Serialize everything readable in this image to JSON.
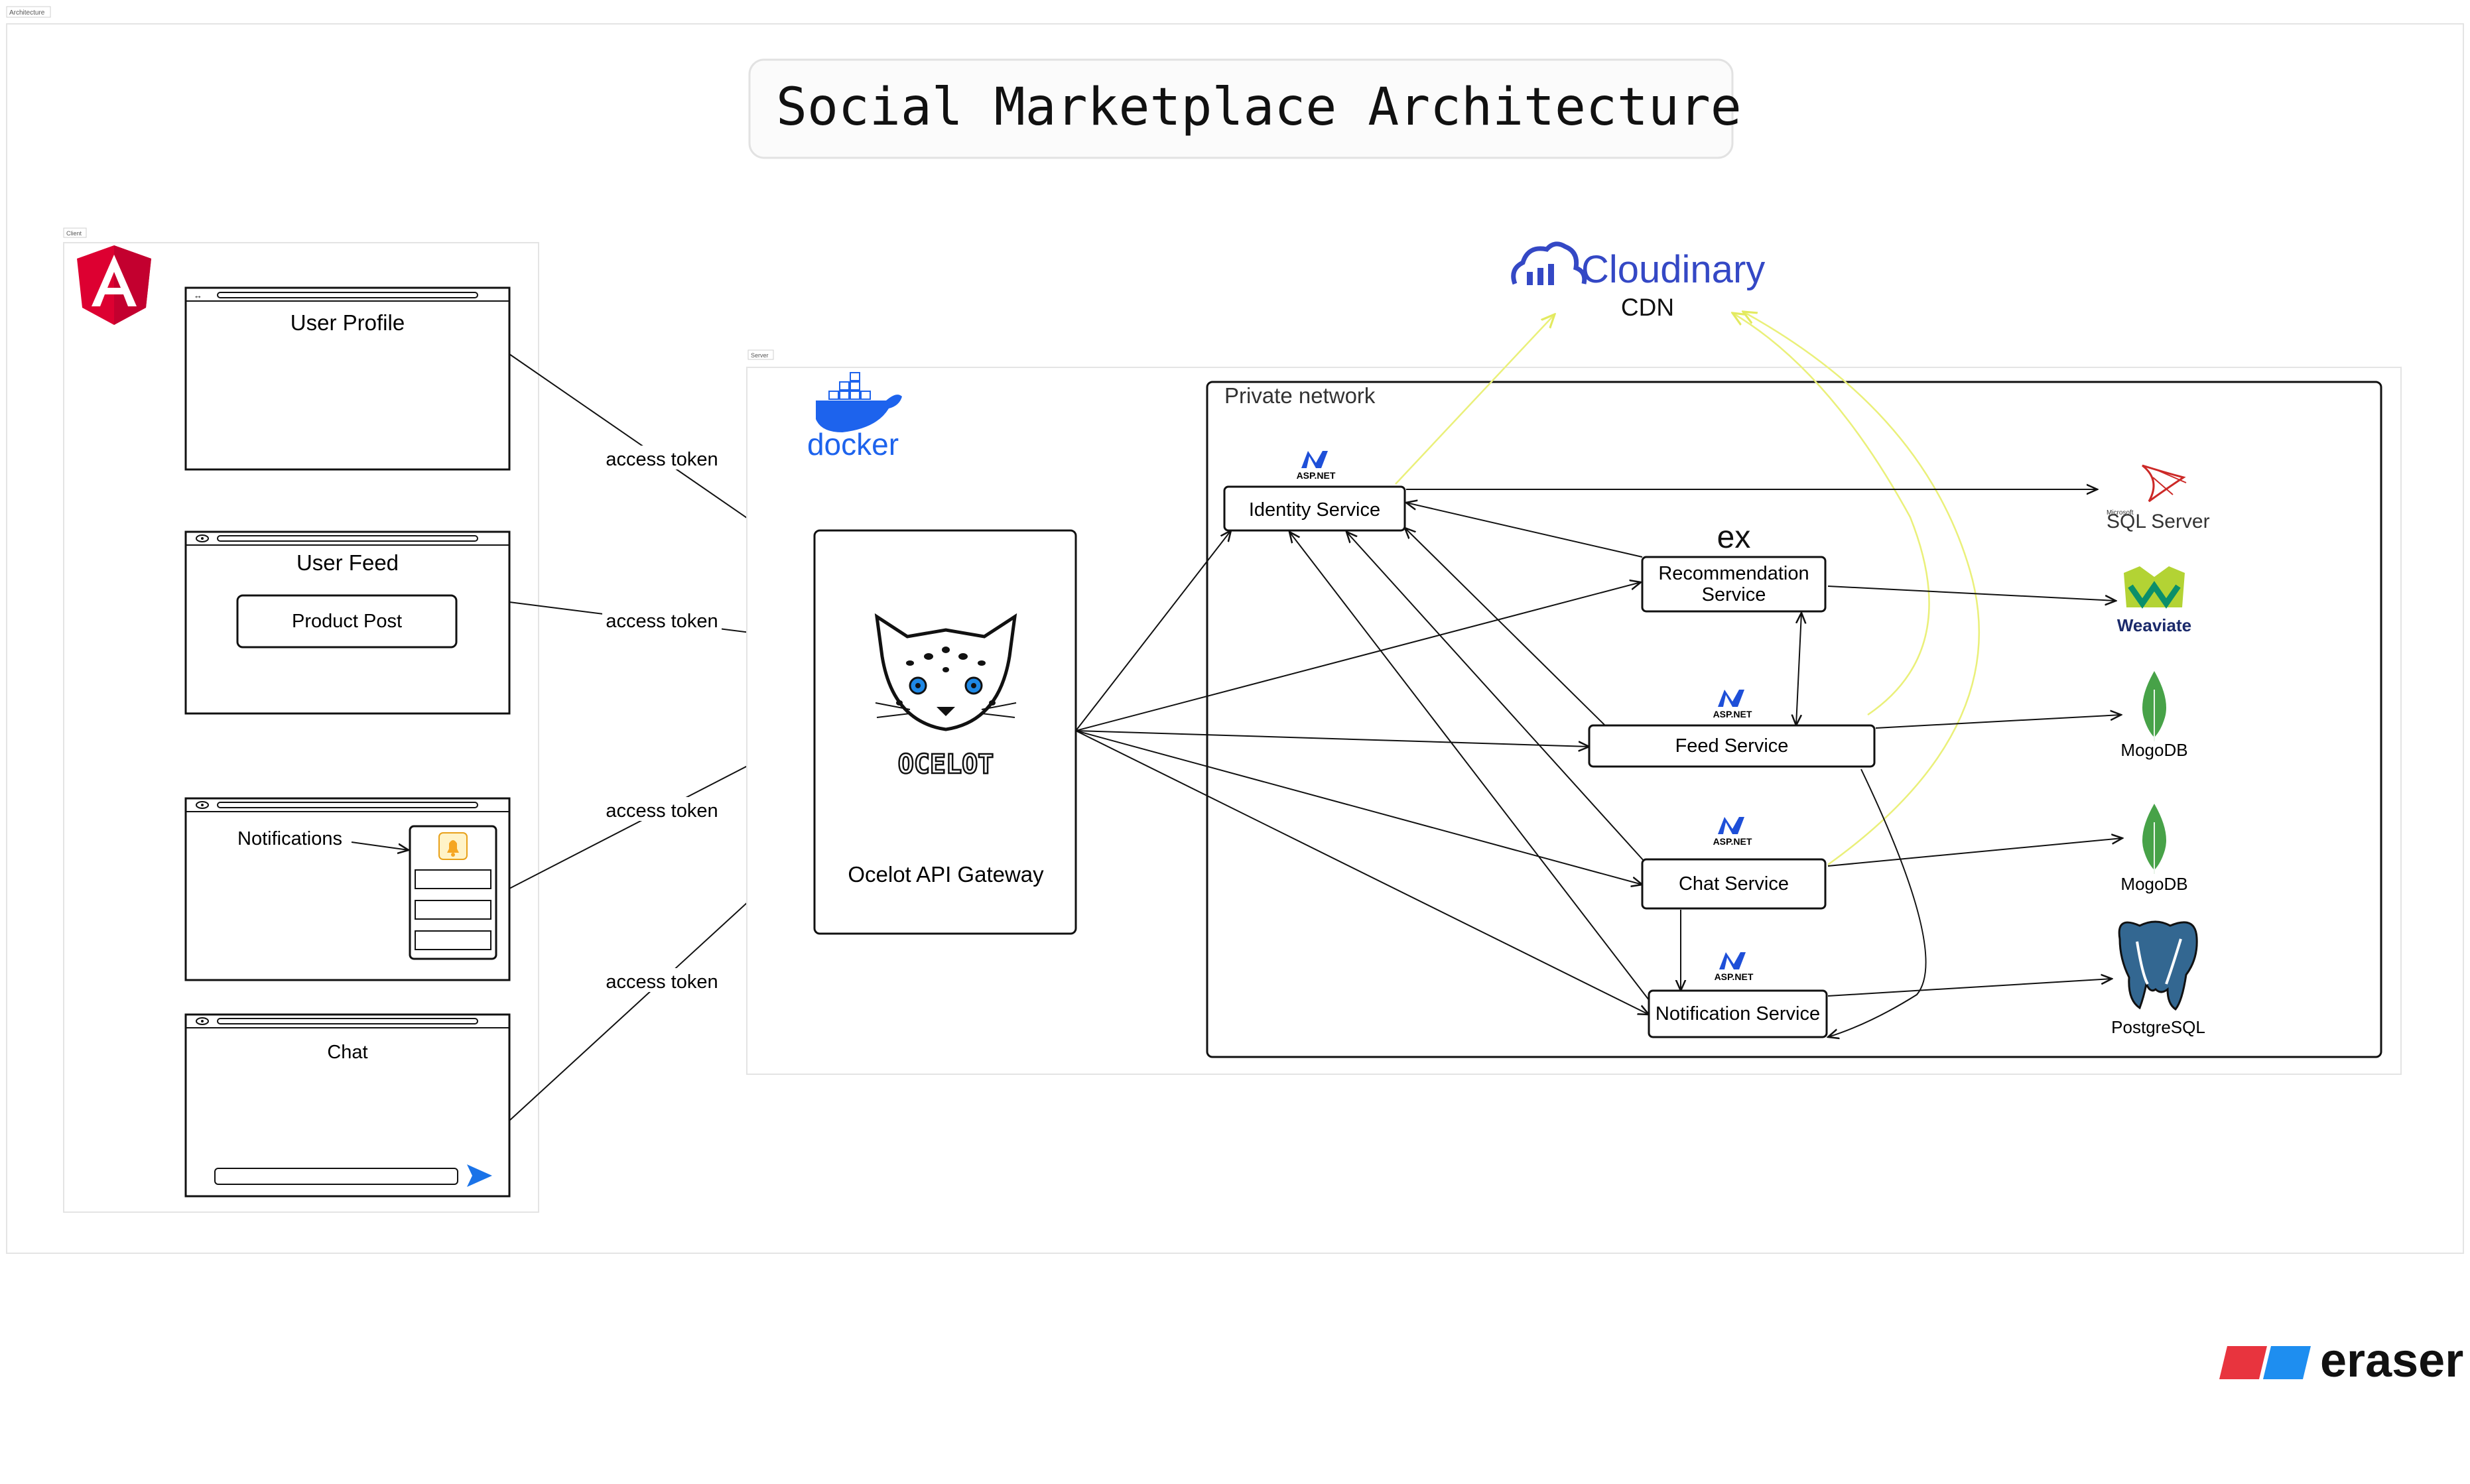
{
  "canvas_tag": "Architecture",
  "title": "Social Marketplace Architecture",
  "client": {
    "tag": "Client",
    "screens": {
      "profile": {
        "label": "User Profile"
      },
      "feed": {
        "label": "User Feed",
        "post_label": "Product Post"
      },
      "notifications": {
        "label": "Notifications"
      },
      "chat": {
        "label": "Chat"
      }
    }
  },
  "edges": {
    "token1": "access token",
    "token2": "access token",
    "token3": "access token",
    "token4": "access token"
  },
  "server": {
    "tag": "Server",
    "docker_label": "docker",
    "gateway_brand": "OCELOT",
    "gateway_label": "Ocelot API Gateway",
    "private_network": "Private network",
    "aspnet_label": "ASP.NET",
    "ex_label": "ex",
    "services": {
      "identity": "Identity Service",
      "recommendation_line1": "Recommendation",
      "recommendation_line2": "Service",
      "feed": "Feed Service",
      "chat": "Chat Service",
      "notification": "Notification Service"
    },
    "databases": {
      "sqlserver_small": "Microsoft",
      "sqlserver": "SQL Server",
      "weaviate": "Weaviate",
      "mongo1": "MogoDB",
      "mongo2": "MogoDB",
      "postgres": "PostgreSQL"
    }
  },
  "cdn": {
    "brand": "Cloudinary",
    "label": "CDN"
  },
  "footer": {
    "brand": "eraser"
  },
  "colors": {
    "angular_red": "#dd0031",
    "docker_blue": "#1d63ed",
    "cloudinary_blue": "#3448c5",
    "mongo_green": "#47a248",
    "postgres_blue": "#336791",
    "aspnet_blue": "#1e4fd8",
    "cdn_arrow_yellow": "#eaf07a",
    "eraser_red": "#e8343e",
    "eraser_blue": "#1e8ef0"
  }
}
